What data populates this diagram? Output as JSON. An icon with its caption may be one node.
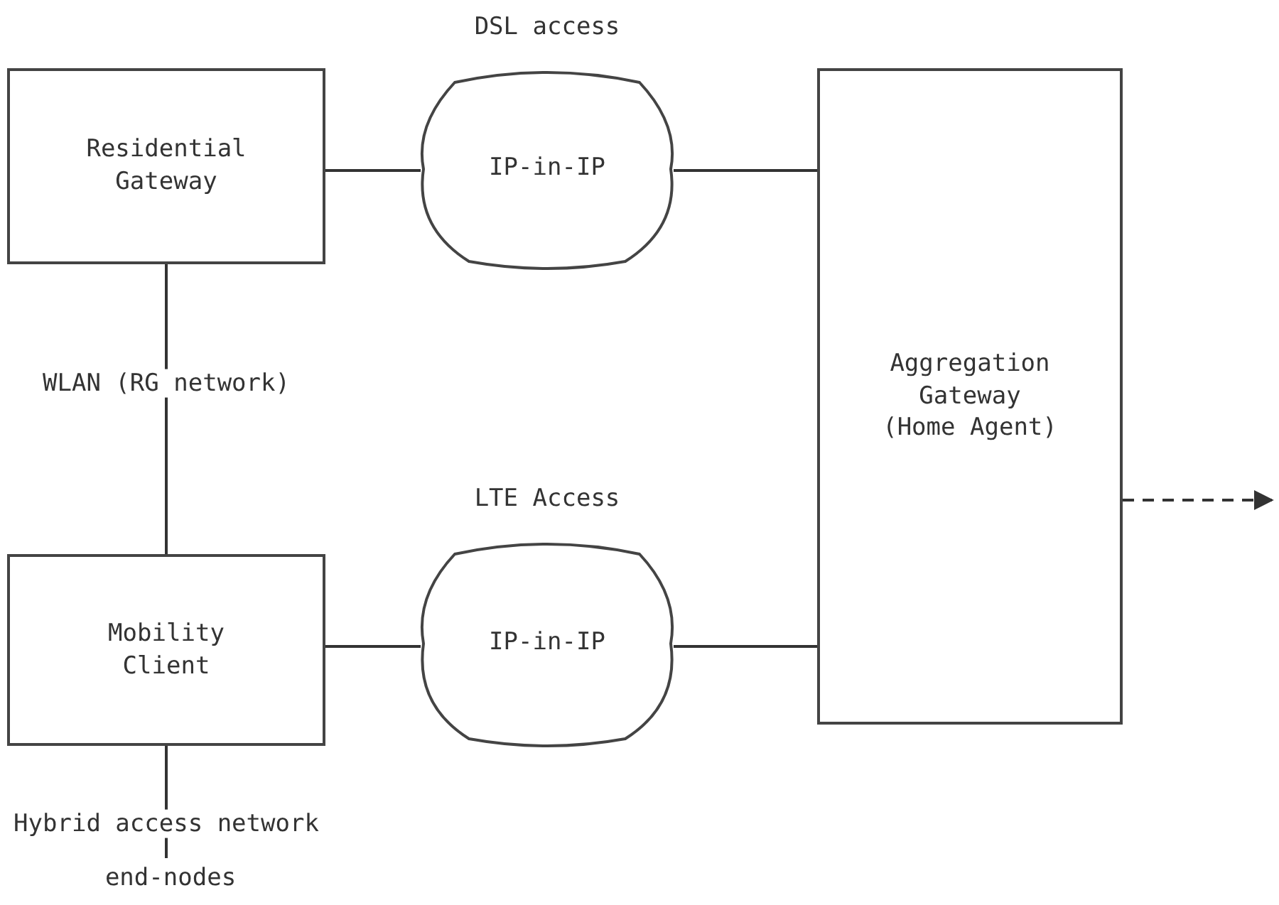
{
  "diagram": {
    "nodes": [
      {
        "text": [
          "Residential Gateway"
        ]
      },
      {
        "text": [
          "DSL access",
          "IP-in-IP"
        ]
      },
      {
        "text": [
          "Aggregation Gateway (Home Agent)"
        ]
      },
      {
        "text": [
          "Mobility Client"
        ]
      },
      {
        "text": [
          "LTE Access",
          "IP-in-IP"
        ]
      },
      {
        "text": [
          "end-nodes"
        ]
      }
    ],
    "edges": [
      {
        "from": 0,
        "to": 1,
        "arrow": "none"
      },
      {
        "from": 1,
        "to": 2,
        "arrow": "none"
      },
      {
        "from": 3,
        "to": 4,
        "arrow": "none"
      },
      {
        "from": 4,
        "to": 2,
        "arrow": "none"
      },
      {
        "from": 0,
        "to": 3,
        "arrow": "none",
        "label": "WLAN (RG network)"
      },
      {
        "from": 3,
        "to": 5,
        "arrow": "none",
        "label": "Hybrid access network"
      },
      {
        "from": 2,
        "to": null,
        "arrow": "to",
        "style": "dashed"
      }
    ]
  }
}
